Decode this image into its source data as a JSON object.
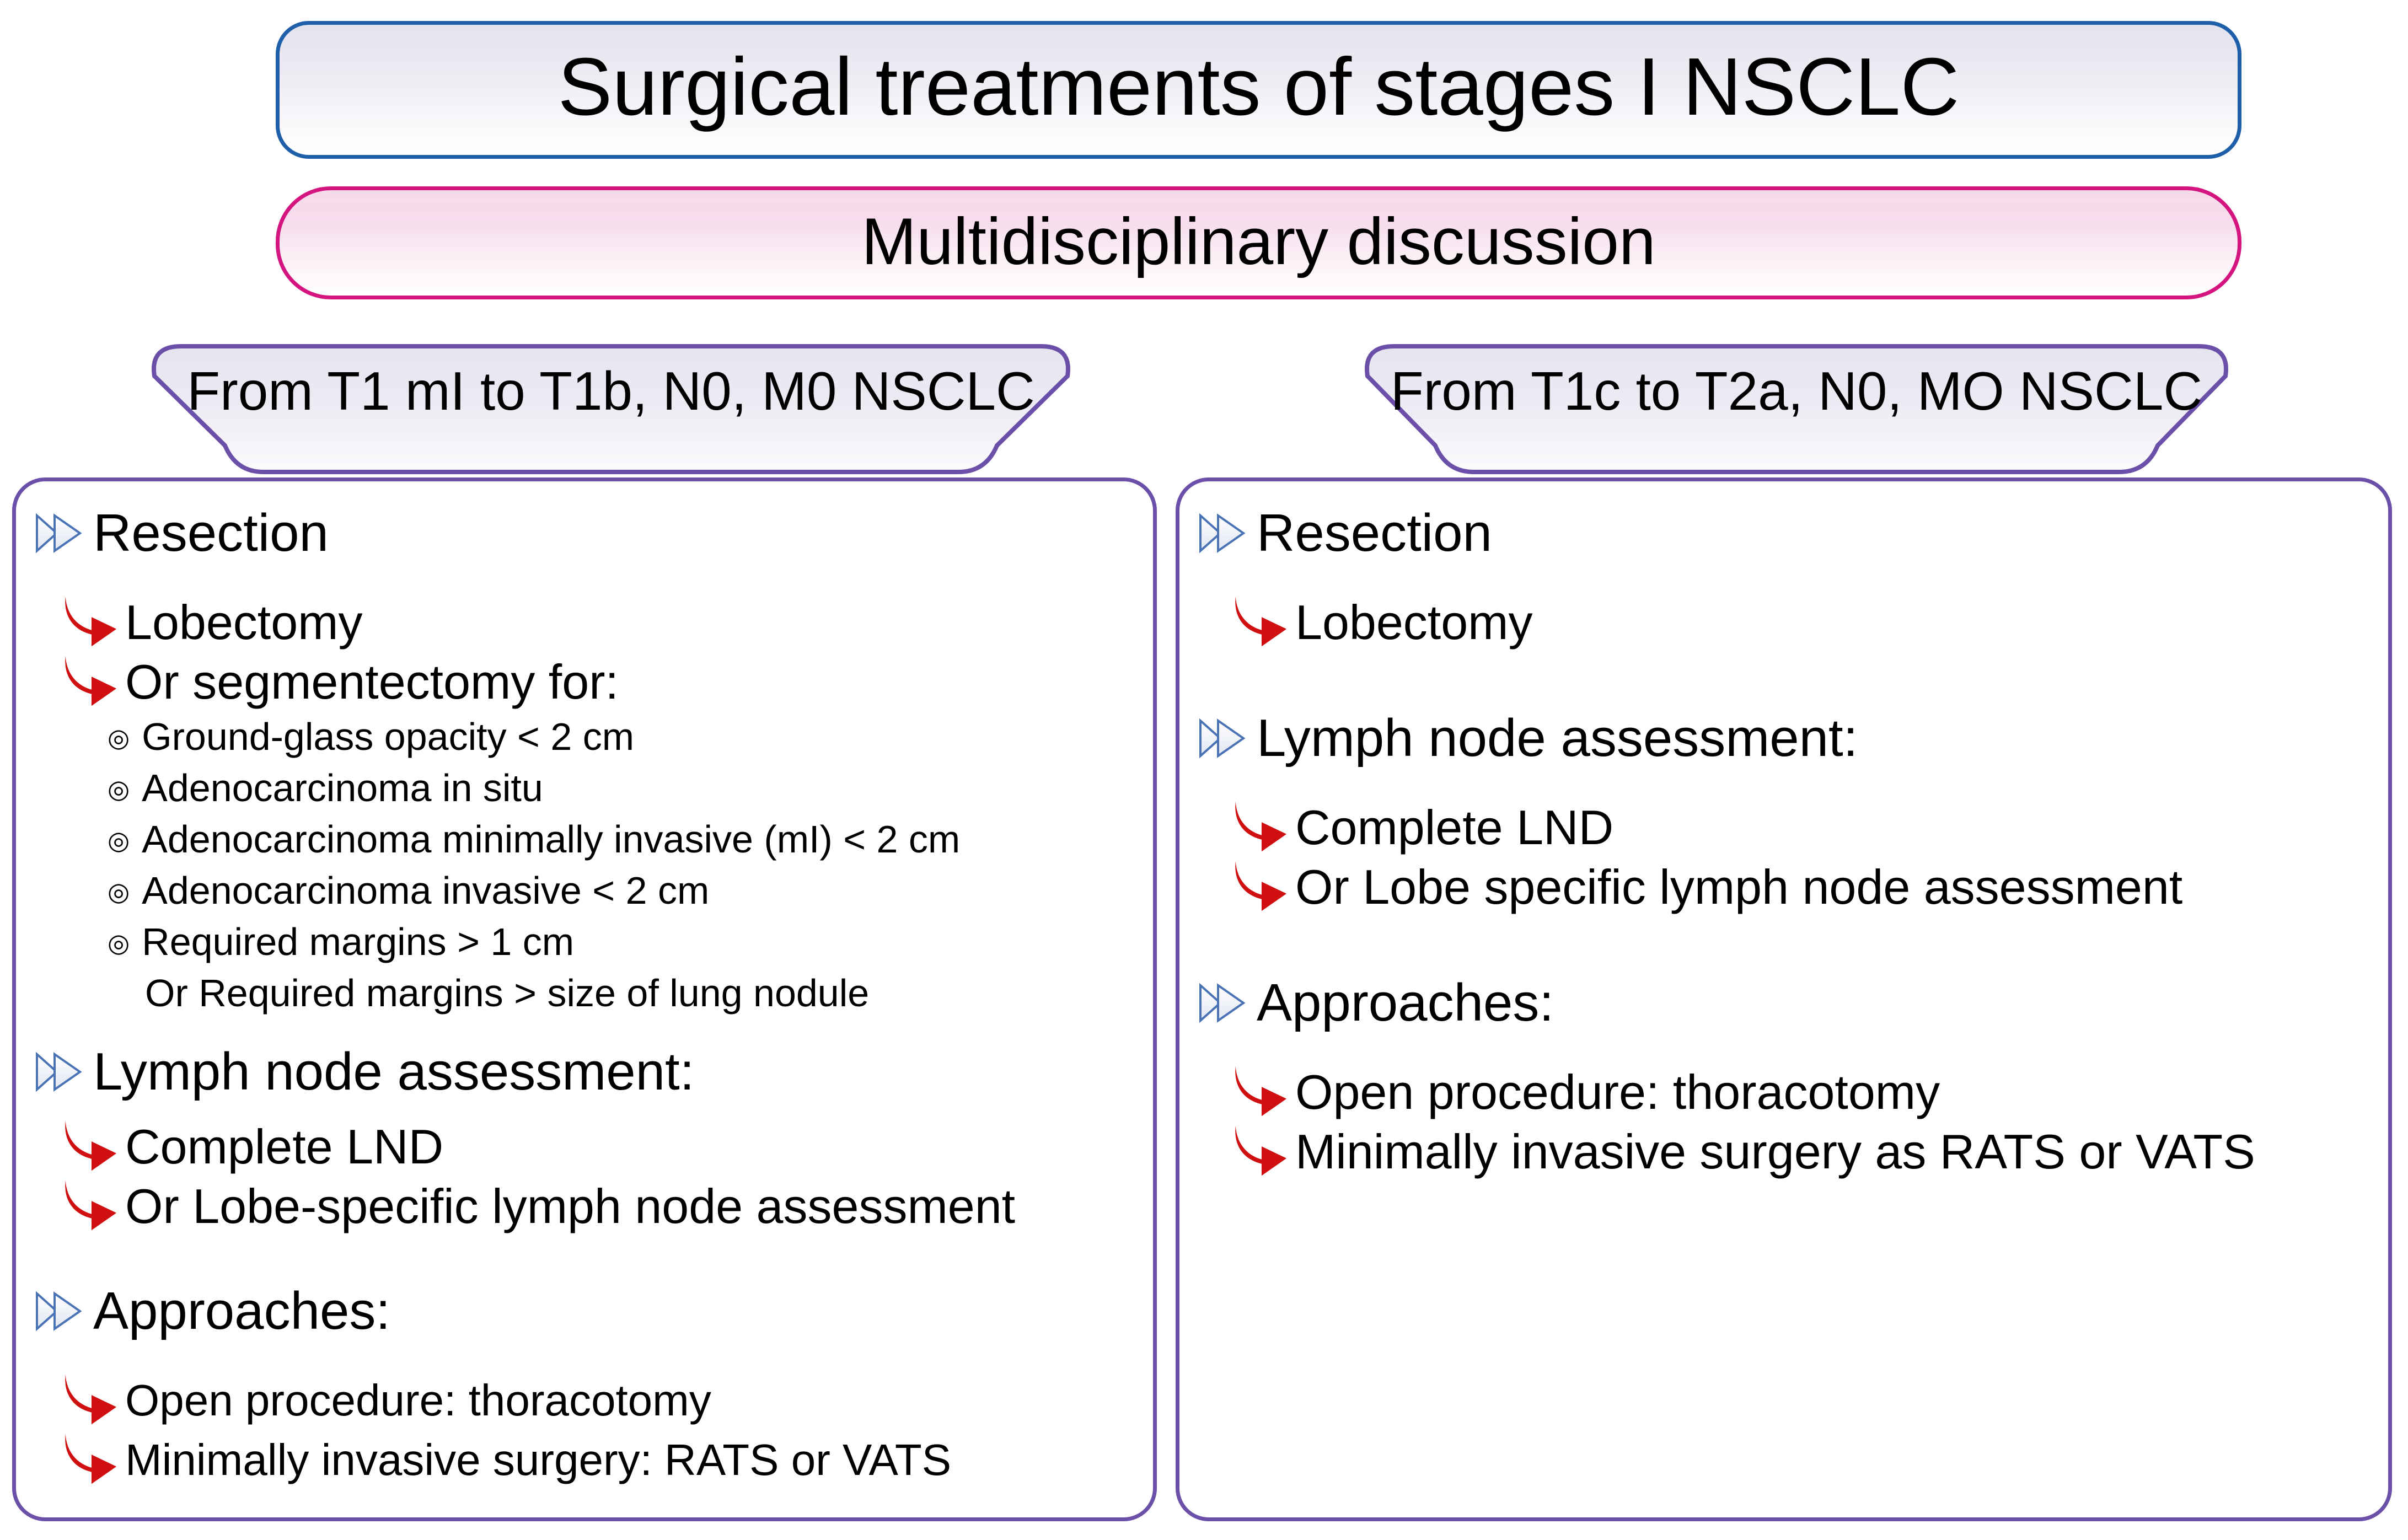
{
  "title_banner": {
    "text": "Surgical treatments of stages I NSCLC",
    "border_color": "#1F5FA9"
  },
  "mdt_banner": {
    "text": "Multidisciplinary discussion",
    "border_color": "#D4147F"
  },
  "pills": {
    "left": {
      "label": "From T1 mI to T1b, N0, M0 NSCLC",
      "border_color": "#6B4FA8"
    },
    "right": {
      "label": "From T1c to T2a, N0, MO NSCLC",
      "border_color": "#6B4FA8"
    }
  },
  "icons": {
    "chevron": "double-chevron-icon",
    "arrow": "curved-red-arrow-icon",
    "bullet": "double-circle-bullet"
  },
  "colors": {
    "panel_border": "#6B4FA8",
    "arrow_red": "#D01010",
    "chevron_blue": "#4A73B5"
  },
  "panel_left": {
    "resection_heading": "Resection",
    "resection_items": [
      "Lobectomy",
      "Or segmentectomy for:"
    ],
    "segmentectomy_criteria": [
      "Ground-glass opacity < 2 cm",
      "Adenocarcinoma in situ",
      "Adenocarcinoma minimally invasive (mI) < 2 cm",
      "Adenocarcinoma invasive < 2 cm",
      "Required margins > 1 cm"
    ],
    "criteria_continuation": "Or Required margins > size of lung nodule",
    "lymph_heading": "Lymph node assessment:",
    "lymph_items": [
      "Complete LND",
      "Or Lobe-specific lymph node assessment"
    ],
    "approaches_heading": "Approaches:",
    "approaches_items": [
      "Open procedure: thoracotomy",
      "Minimally invasive surgery:  RATS or VATS"
    ]
  },
  "panel_right": {
    "resection_heading": "Resection",
    "resection_items": [
      "Lobectomy"
    ],
    "lymph_heading": "Lymph node assessment:",
    "lymph_items": [
      "Complete LND",
      "Or Lobe specific lymph node assessment"
    ],
    "approaches_heading": "Approaches:",
    "approaches_items": [
      "Open procedure: thoracotomy",
      "Minimally invasive surgery as RATS or VATS"
    ]
  }
}
